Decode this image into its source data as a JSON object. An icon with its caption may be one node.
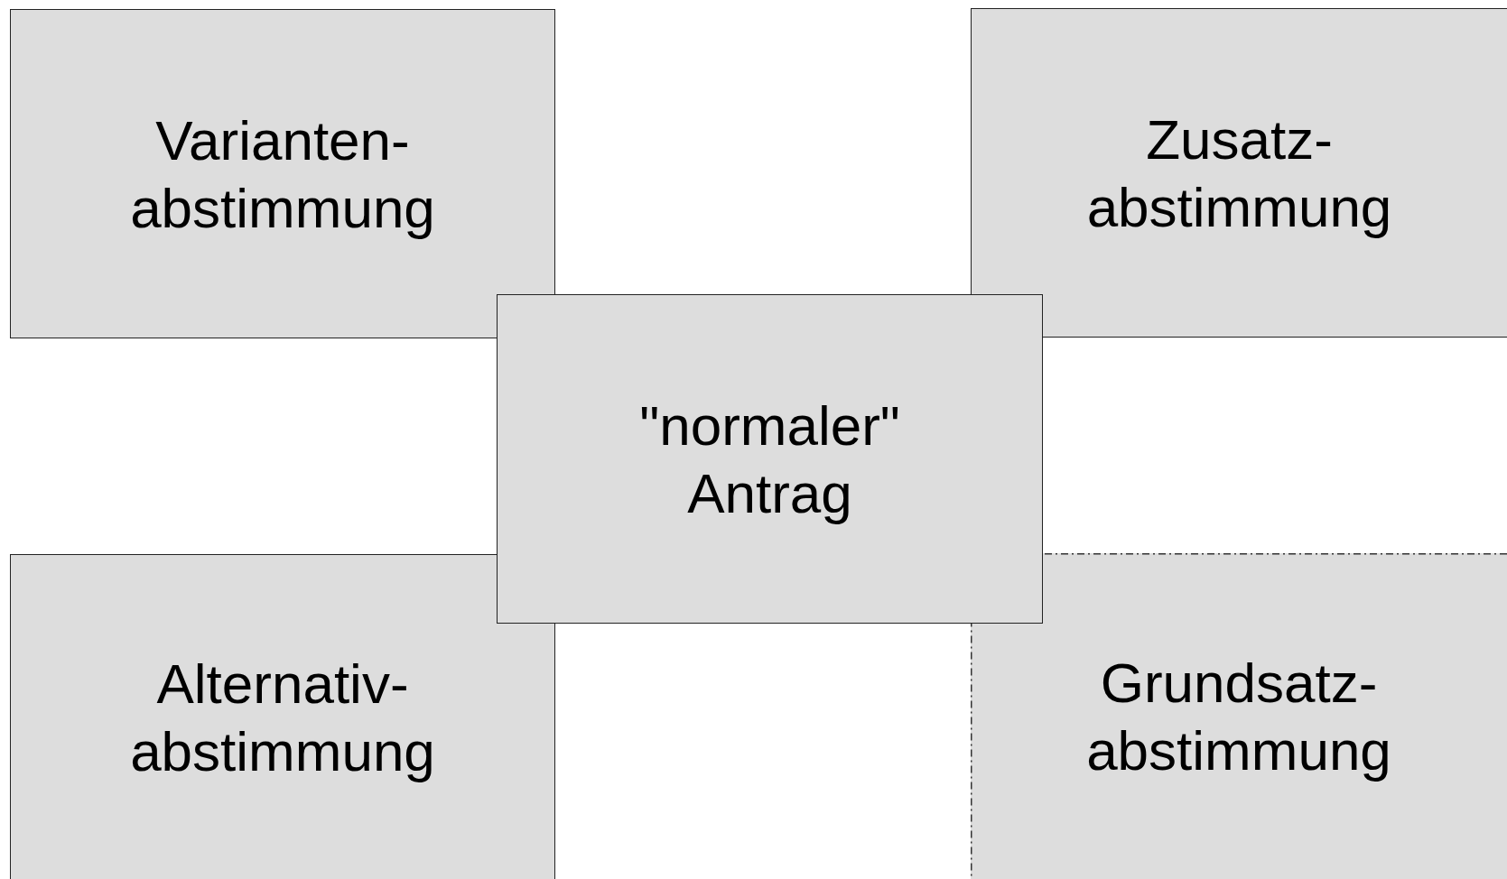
{
  "diagram": {
    "nodes": [
      {
        "text": [
          "Varianten- abstimmung"
        ]
      },
      {
        "text": [
          "Zusatz- abstimmung"
        ]
      },
      {
        "text": [
          "\"normaler\" Antrag"
        ]
      },
      {
        "text": [
          "Alternativ- abstimmung"
        ]
      },
      {
        "text": [
          "Grundsatz- abstimmung"
        ]
      }
    ]
  }
}
